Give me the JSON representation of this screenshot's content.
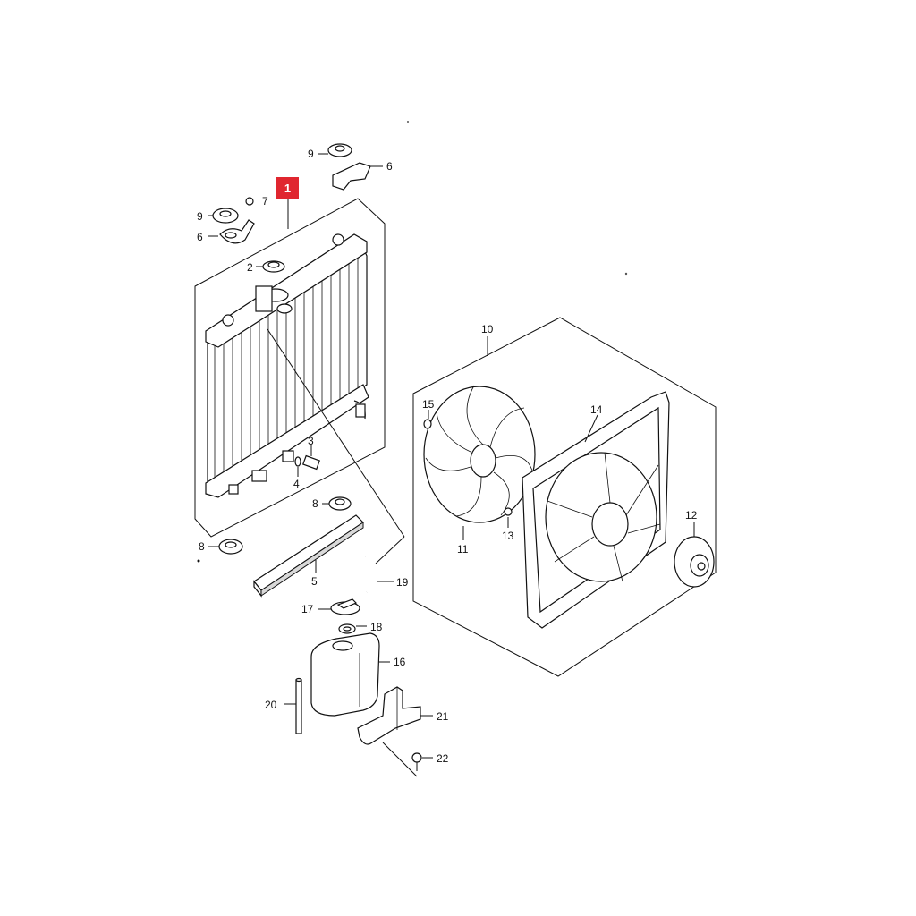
{
  "callouts": [
    {
      "id": "c1",
      "text": "1",
      "highlighted": true
    },
    {
      "id": "c2",
      "text": "2"
    },
    {
      "id": "c3",
      "text": "3"
    },
    {
      "id": "c4",
      "text": "4"
    },
    {
      "id": "c5",
      "text": "5"
    },
    {
      "id": "c6a",
      "text": "6"
    },
    {
      "id": "c6b",
      "text": "6"
    },
    {
      "id": "c7",
      "text": "7"
    },
    {
      "id": "c8a",
      "text": "8"
    },
    {
      "id": "c8b",
      "text": "8"
    },
    {
      "id": "c9a",
      "text": "9"
    },
    {
      "id": "c9b",
      "text": "9"
    },
    {
      "id": "c10",
      "text": "10"
    },
    {
      "id": "c11",
      "text": "11"
    },
    {
      "id": "c12",
      "text": "12"
    },
    {
      "id": "c13",
      "text": "13"
    },
    {
      "id": "c14",
      "text": "14"
    },
    {
      "id": "c15",
      "text": "15"
    },
    {
      "id": "c16",
      "text": "16"
    },
    {
      "id": "c17",
      "text": "17"
    },
    {
      "id": "c18",
      "text": "18"
    },
    {
      "id": "c19",
      "text": "19"
    },
    {
      "id": "c20",
      "text": "20"
    },
    {
      "id": "c21",
      "text": "21"
    },
    {
      "id": "c22",
      "text": "22"
    }
  ],
  "colors": {
    "highlight": "#e0262f",
    "line": "#111111",
    "background": "#ffffff"
  }
}
